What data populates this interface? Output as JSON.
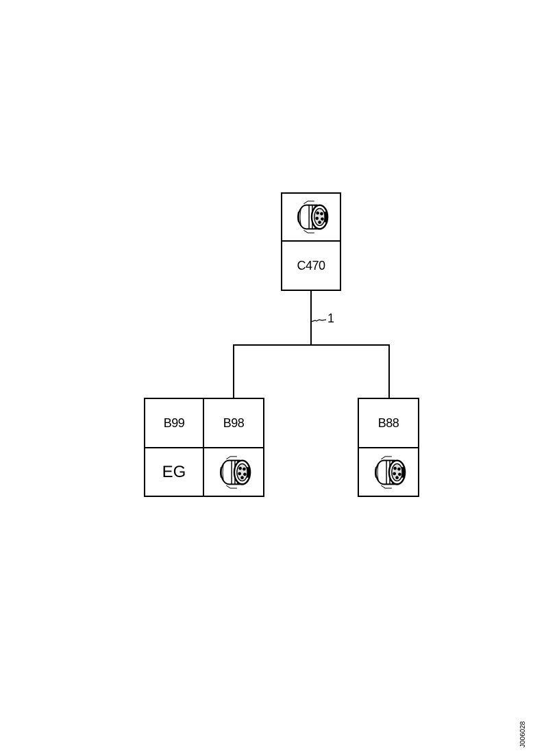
{
  "diagram": {
    "top_connector": {
      "id": "C470",
      "icon": "round-connector-icon"
    },
    "wire": {
      "label": "1"
    },
    "left_group": {
      "top_left_id": "B99",
      "top_right_id": "B98",
      "bottom_left_id": "EG",
      "icon": "round-connector-icon"
    },
    "right_connector": {
      "id": "B88",
      "icon": "round-connector-icon"
    },
    "figure_id": "J006028"
  }
}
